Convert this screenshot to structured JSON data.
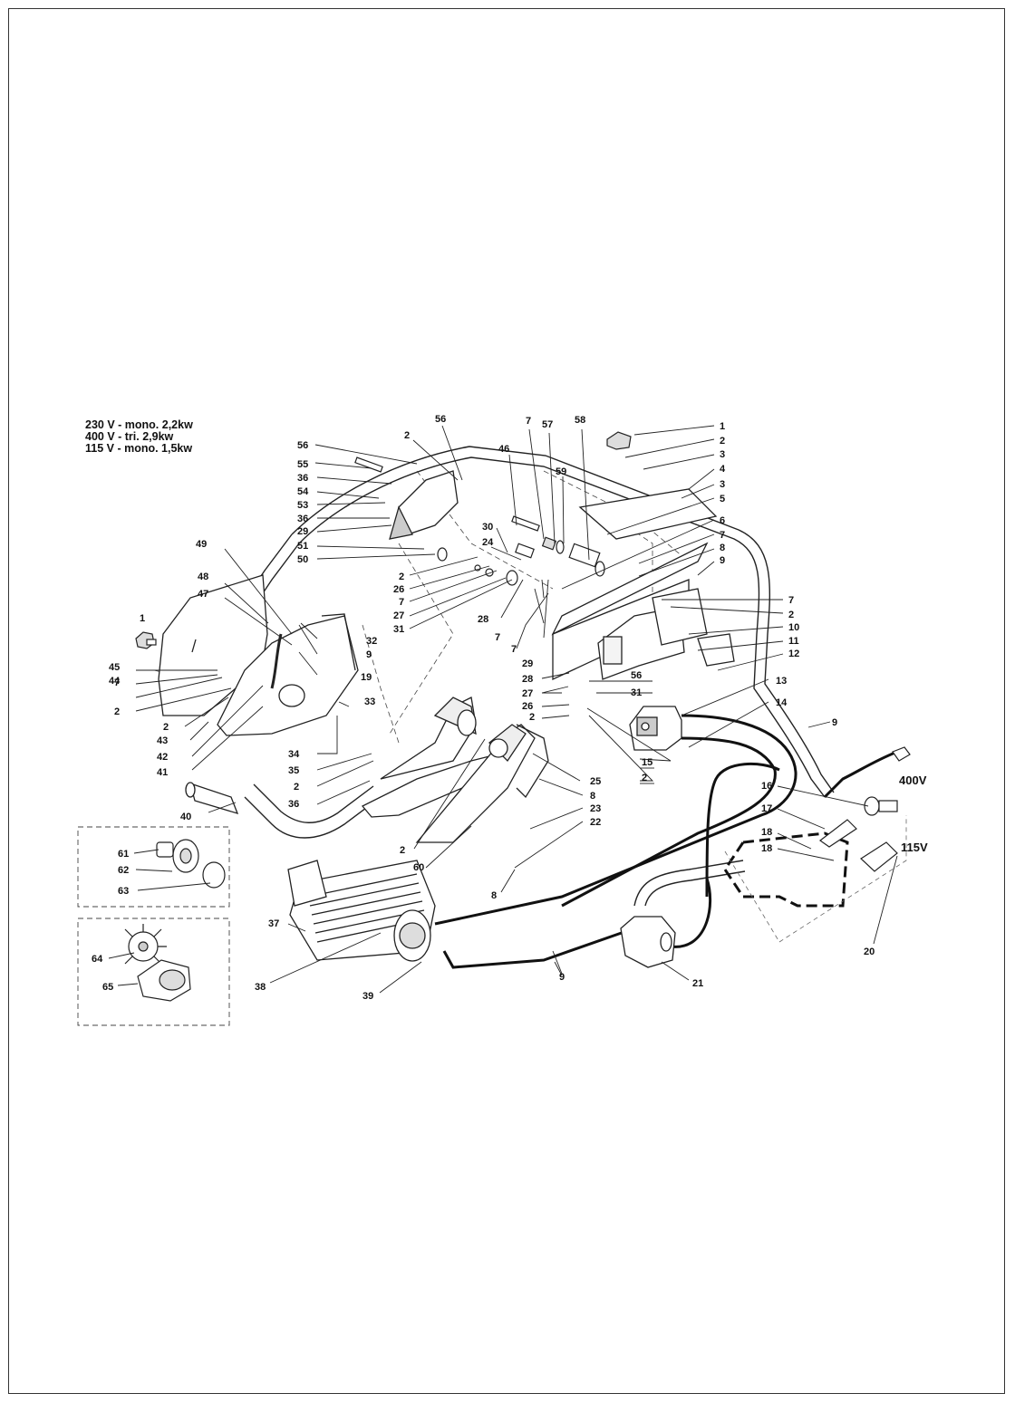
{
  "specs": [
    "230 V - mono. 2,2kw",
    "400 V - tri. 2,9kw",
    "115 V - mono. 1,5kw"
  ],
  "voltage_labels": {
    "v400": "400V",
    "v115": "115V"
  },
  "labels": {
    "l1a": "1",
    "l1b": "1",
    "l2a": "2",
    "l2b": "2",
    "l2c": "2",
    "l2d": "2",
    "l2e": "2",
    "l2f": "2",
    "l2g": "2",
    "l2h": "2",
    "l2i": "2",
    "l2j": "2",
    "l2k": "2",
    "l3a": "3",
    "l3b": "3",
    "l4": "4",
    "l5": "5",
    "l6": "6",
    "l7a": "7",
    "l7b": "7",
    "l7c": "7",
    "l7d": "7",
    "l7e": "7",
    "l7f": "7",
    "l7g": "7",
    "l7h": "7",
    "l8a": "8",
    "l8b": "8",
    "l8c": "8",
    "l9a": "9",
    "l9b": "9",
    "l9c": "9",
    "l9d": "9",
    "l10": "10",
    "l11": "11",
    "l12": "12",
    "l13": "13",
    "l14": "14",
    "l15": "15",
    "l16": "16",
    "l17": "17",
    "l18a": "18",
    "l18b": "18",
    "l19": "19",
    "l20": "20",
    "l21": "21",
    "l22": "22",
    "l23": "23",
    "l24": "24",
    "l25": "25",
    "l26a": "26",
    "l26b": "26",
    "l27a": "27",
    "l27b": "27",
    "l28a": "28",
    "l28b": "28",
    "l29a": "29",
    "l29b": "29",
    "l30": "30",
    "l31a": "31",
    "l31b": "31",
    "l32": "32",
    "l33": "33",
    "l34": "34",
    "l35": "35",
    "l36a": "36",
    "l36b": "36",
    "l36c": "36",
    "l37": "37",
    "l38": "38",
    "l39": "39",
    "l40": "40",
    "l41": "41",
    "l42": "42",
    "l43": "43",
    "l44": "44",
    "l45": "45",
    "l46": "46",
    "l47": "47",
    "l48": "48",
    "l49": "49",
    "l50": "50",
    "l51": "51",
    "l53": "53",
    "l54": "54",
    "l55": "55",
    "l56a": "56",
    "l56b": "56",
    "l56c": "56",
    "l57": "57",
    "l58": "58",
    "l59": "59",
    "l60": "60",
    "l61": "61",
    "l62": "62",
    "l63": "63",
    "l64": "64",
    "l65": "65"
  }
}
